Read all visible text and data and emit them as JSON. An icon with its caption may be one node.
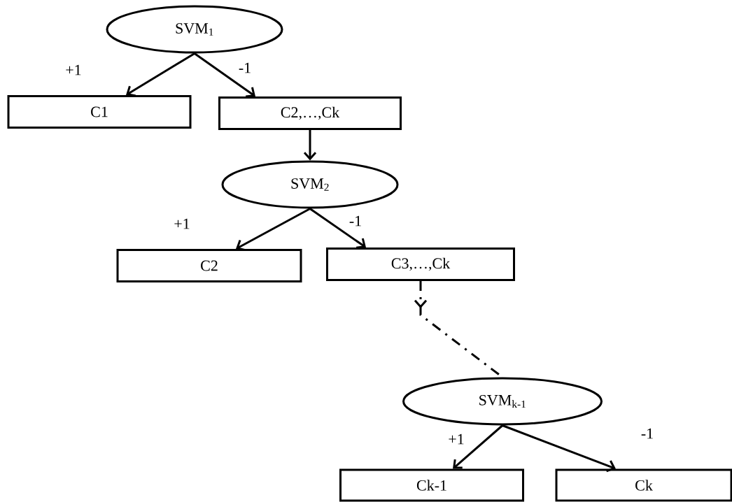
{
  "diagram": {
    "nodes": [
      {
        "text": [
          "SVM$_{1}$"
        ]
      },
      {
        "text": [
          "C1"
        ]
      },
      {
        "text": [
          "C2,…,Ck"
        ]
      },
      {
        "text": [
          "SVM$_{2}$"
        ]
      },
      {
        "text": [
          "C2"
        ]
      },
      {
        "text": [
          "C3,…,Ck"
        ]
      },
      {
        "text": [
          "SVM$_{k-1}$"
        ]
      },
      {
        "text": [
          "Ck-1"
        ]
      },
      {
        "text": [
          "Ck"
        ]
      }
    ],
    "edges": [
      {
        "from": 0,
        "to": 1,
        "arrow": "to",
        "label": "+1"
      },
      {
        "from": 0,
        "to": 2,
        "arrow": "to",
        "label": "-1"
      },
      {
        "from": 2,
        "to": 3,
        "arrow": "to"
      },
      {
        "from": 3,
        "to": 4,
        "arrow": "to",
        "label": "+1"
      },
      {
        "from": 3,
        "to": 5,
        "arrow": "to",
        "label": "-1"
      },
      {
        "from": 5,
        "to": 6,
        "arrow": "to",
        "style": "dashed"
      },
      {
        "from": 6,
        "to": 7,
        "arrow": "to",
        "label": "+1"
      },
      {
        "from": 6,
        "to": 8,
        "arrow": "to",
        "label": "-1"
      }
    ]
  }
}
